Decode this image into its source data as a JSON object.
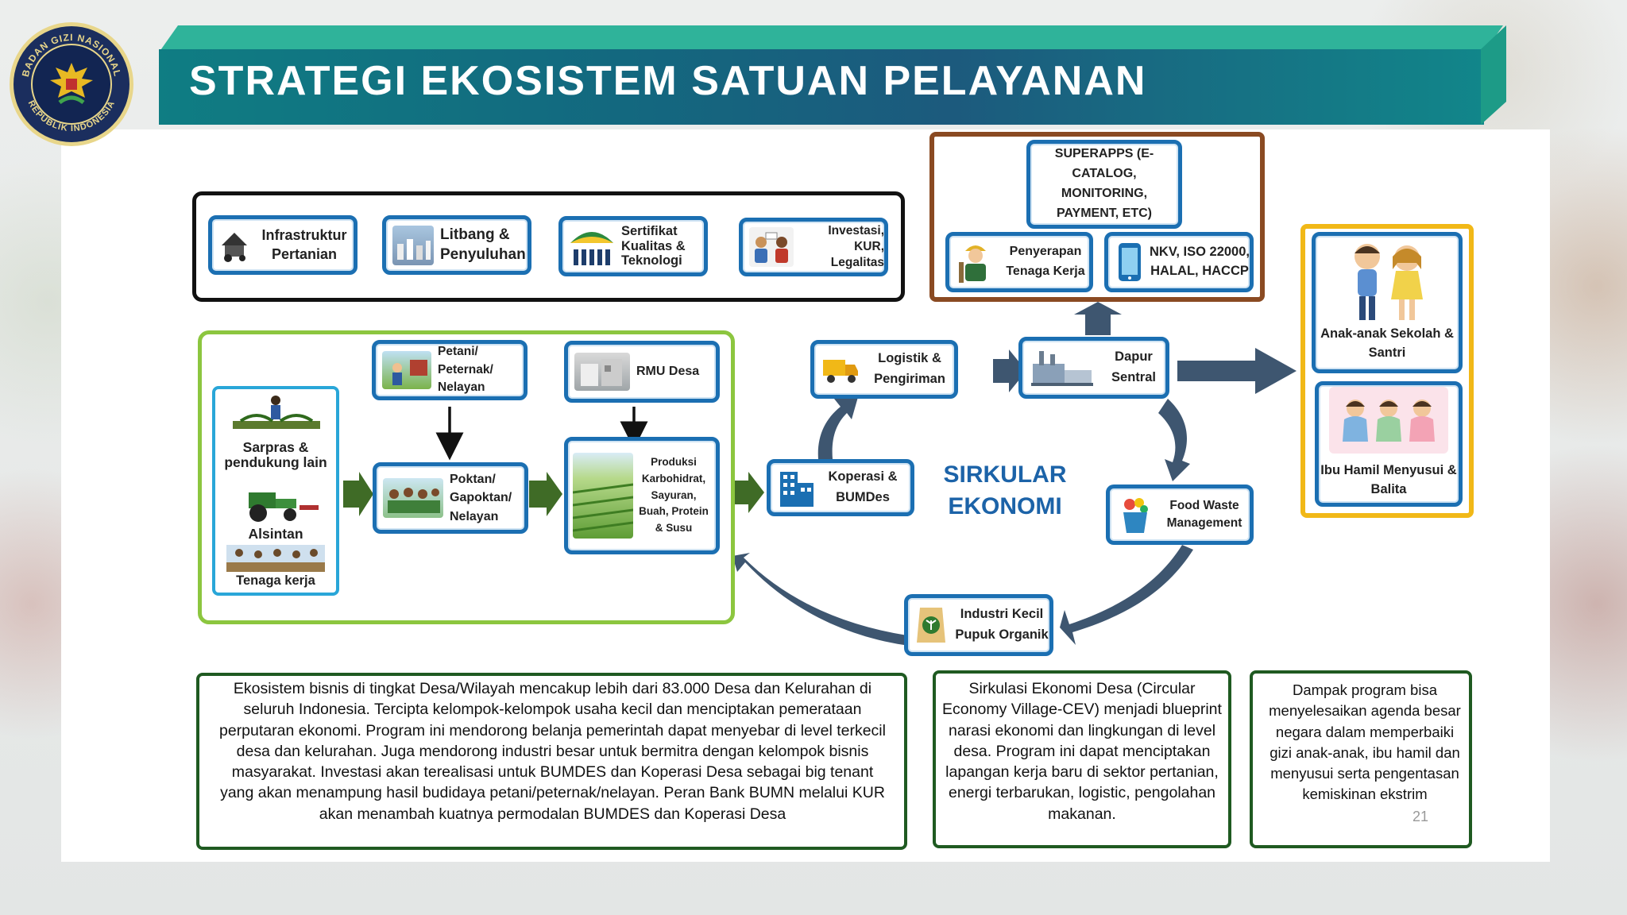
{
  "header": {
    "title": "STRATEGI EKOSISTEM SATUAN PELAYANAN"
  },
  "logo": {
    "ring_top": "BADAN GIZI NASIONAL",
    "ring_bottom": "REPUBLIK INDONESIA"
  },
  "top_support": [
    {
      "label": "Infrastruktur Pertanian",
      "icon": "house-tractor-icon"
    },
    {
      "label": "Litbang & Penyuluhan",
      "icon": "lab-icon"
    },
    {
      "label": "Sertifikat Kualitas & Teknologi",
      "icon": "umbrella-people-icon"
    },
    {
      "label": "Investasi, KUR, Legalitas",
      "icon": "meeting-icon"
    }
  ],
  "superapps": {
    "main": "SUPERAPPS (E-CATALOG, MONITORING, PAYMENT, ETC)",
    "penyerapan": "Penyerapan Tenaga Kerja",
    "certification": "NKV, ISO 22000, HALAL, HACCP"
  },
  "village": {
    "inputs": {
      "sarpras": "Sarpras & pendukung lain",
      "alsintan": "Alsintan",
      "tenaga": "Tenaga kerja"
    },
    "petani": "Petani/ Peternak/ Nelayan",
    "poktan": "Poktan/ Gapoktan/ Nelayan",
    "rmu": "RMU Desa",
    "produksi": "Produksi Karbohidrat, Sayuran, Buah, Protein & Susu"
  },
  "cycle": {
    "koperasi": "Koperasi & BUMDes",
    "logistik": "Logistik & Pengiriman",
    "dapur": "Dapur Sentral",
    "food_waste": "Food Waste Management",
    "industri": "Industri Kecil Pupuk Organik",
    "center_label": "SIRKULAR EKONOMI"
  },
  "beneficiaries": {
    "anak": "Anak-anak Sekolah & Santri",
    "ibu": "Ibu Hamil Menyusui & Balita"
  },
  "descriptions": {
    "left": "Ekosistem bisnis di tingkat Desa/Wilayah mencakup lebih dari 83.000 Desa dan Kelurahan di seluruh Indonesia. Tercipta kelompok-kelompok usaha kecil dan menciptakan pemerataan perputaran ekonomi. Program ini mendorong belanja pemerintah dapat menyebar di level terkecil desa dan kelurahan. Juga mendorong industri besar untuk bermitra dengan kelompok bisnis masyarakat. Investasi akan terealisasi untuk BUMDES dan Koperasi Desa sebagai big tenant yang akan menampung hasil budidaya petani/peternak/nelayan. Peran Bank BUMN melalui KUR akan menambah kuatnya permodalan BUMDES dan Koperasi Desa",
    "middle": "Sirkulasi Ekonomi Desa (Circular Economy Village-CEV) menjadi blueprint narasi ekonomi dan lingkungan di level desa. Program ini dapat menciptakan lapangan kerja baru di sektor pertanian, energi terbarukan, logistic, pengolahan makanan.",
    "right": "Dampak program bisa menyelesaikan agenda besar negara dalam memperbaiki gizi anak-anak, ibu hamil dan menyusui serta pengentasan kemiskinan ekstrim"
  },
  "page_number": "21",
  "colors": {
    "box_border": "#1b6fb2",
    "cycle_arrow": "#3e5670",
    "green_arrow": "#3f6b26",
    "accent_teal": "#0f7d83"
  }
}
